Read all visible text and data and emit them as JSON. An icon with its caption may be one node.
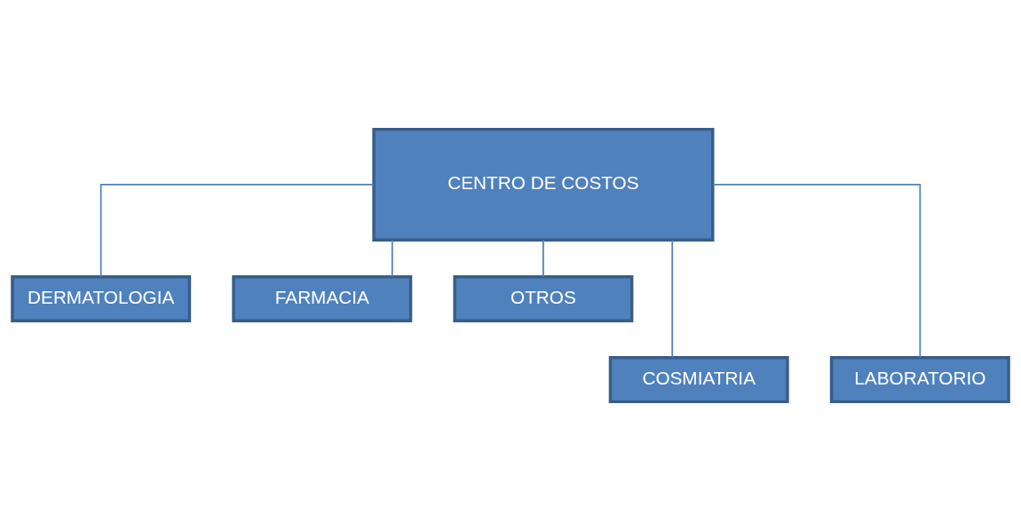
{
  "diagram": {
    "nodes": [
      {
        "text": [
          "CENTRO DE COSTOS"
        ]
      },
      {
        "text": [
          "DERMATOLOGIA"
        ]
      },
      {
        "text": [
          "FARMACIA"
        ]
      },
      {
        "text": [
          "OTROS"
        ]
      },
      {
        "text": [
          "COSMIATRIA"
        ]
      },
      {
        "text": [
          "LABORATORIO"
        ]
      }
    ],
    "edges": [
      {
        "from": 0,
        "to": 1,
        "arrow": "none"
      },
      {
        "from": 0,
        "to": 4,
        "arrow": "none"
      },
      {
        "from": 0,
        "to": 2,
        "arrow": "none"
      },
      {
        "from": 0,
        "to": 5,
        "arrow": "none"
      },
      {
        "from": 0,
        "to": 3,
        "arrow": "none"
      }
    ]
  }
}
